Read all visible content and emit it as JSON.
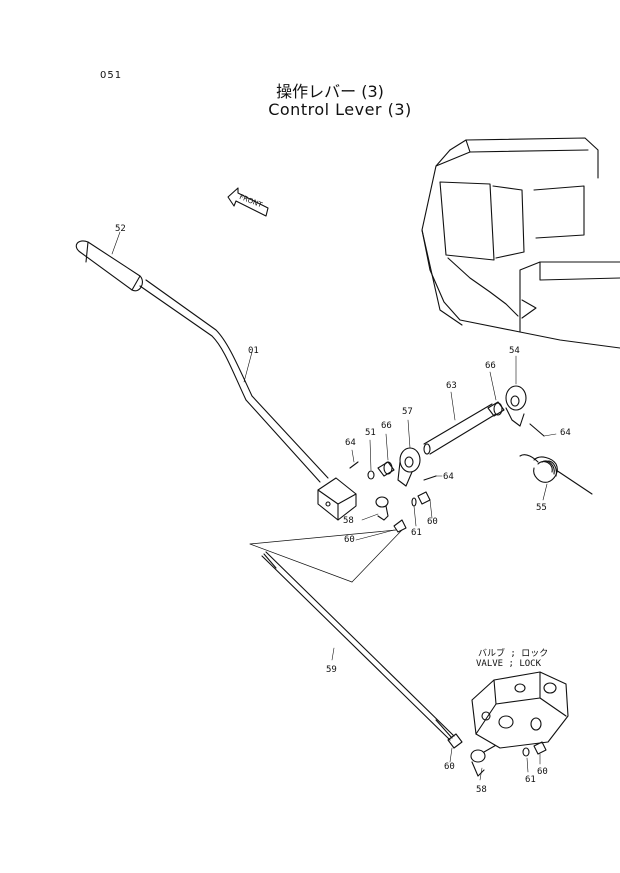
{
  "page_number": "051",
  "title_jp": "操作レバー (3)",
  "title_en": "Control Lever (3)",
  "front_label": "FRONT",
  "valve_label_jp": "バルブ ; ロック",
  "valve_label_en": "VALVE ; LOCK",
  "callouts": [
    "52",
    "01",
    "63",
    "66",
    "54",
    "57",
    "66",
    "51",
    "64",
    "64",
    "64",
    "55",
    "58",
    "60",
    "61",
    "60",
    "59",
    "60",
    "58",
    "61",
    "60"
  ]
}
